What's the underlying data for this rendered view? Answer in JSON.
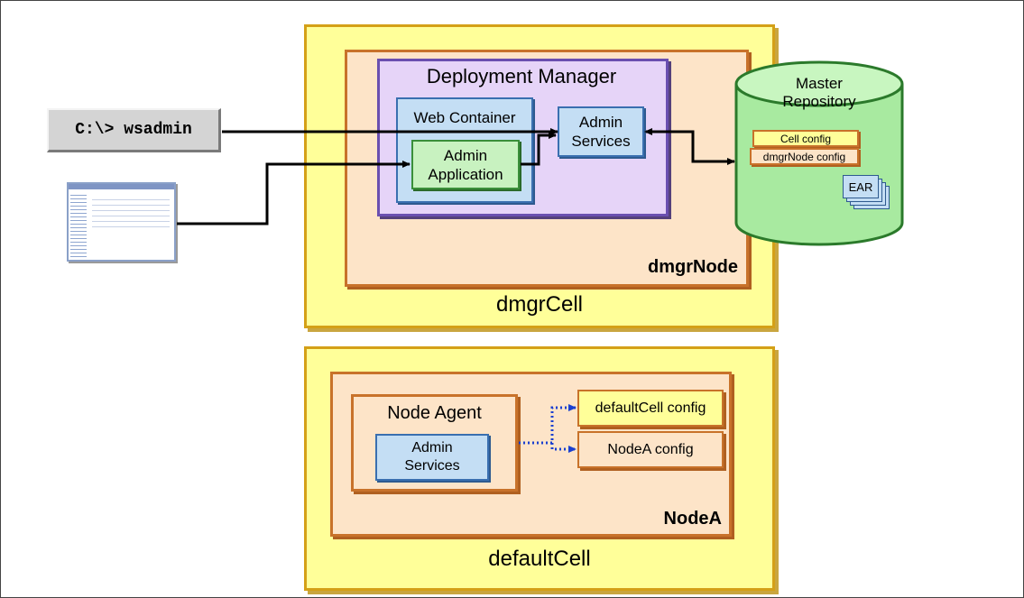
{
  "dmgr_cell": {
    "label": "dmgrCell",
    "node": {
      "label": "dmgrNode",
      "deployment_manager": {
        "title": "Deployment Manager",
        "web_container": "Web Container",
        "admin_application_line1": "Admin",
        "admin_application_line2": "Application",
        "admin_services_line1": "Admin",
        "admin_services_line2": "Services"
      },
      "repository": {
        "title_line1": "Master",
        "title_line2": "Repository",
        "cell_config": "Cell config",
        "node_config": "dmgrNode config",
        "ear": "EAR"
      }
    }
  },
  "command": "C:\\> wsadmin",
  "default_cell": {
    "label": "defaultCell",
    "node": {
      "label": "NodeA",
      "node_agent": {
        "title": "Node Agent",
        "admin_services_line1": "Admin",
        "admin_services_line2": "Services"
      },
      "default_cell_config": "defaultCell config",
      "nodea_config": "NodeA config"
    }
  },
  "colors": {
    "cell_fill": "#ffff99",
    "cell_border": "#d4a017",
    "node_fill": "#fde4c8",
    "node_border": "#c8722a",
    "dmgr_fill": "#e6d4f8",
    "container_fill": "#c4def4",
    "application_fill": "#c8f2c0",
    "repository_fill": "#a8eaa0",
    "sync_arrow": "#1a3fd0"
  }
}
